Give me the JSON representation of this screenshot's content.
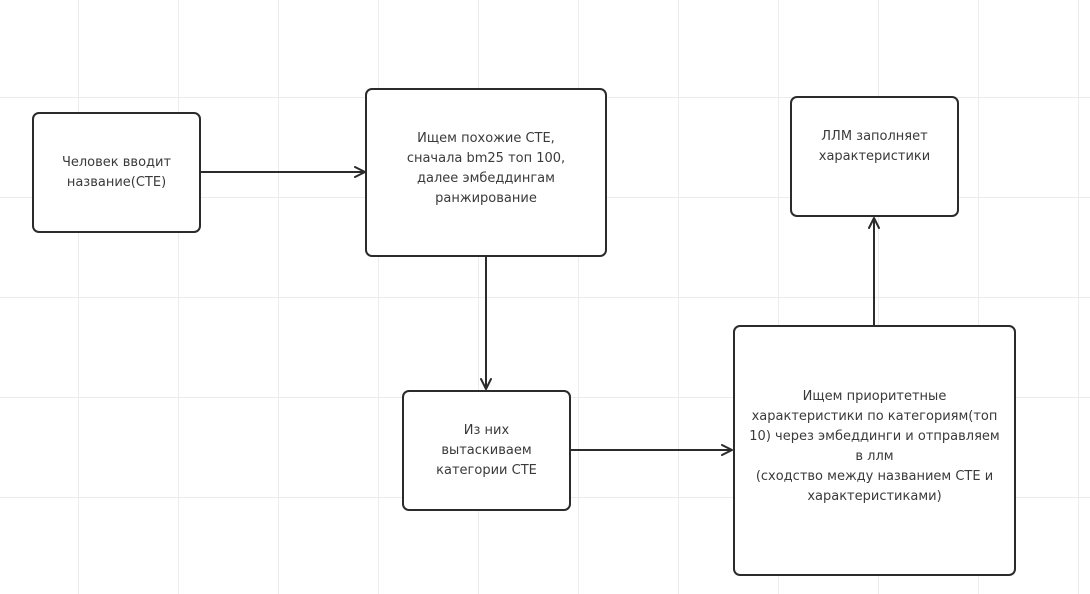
{
  "diagram": {
    "nodes": [
      {
        "id": "node-1",
        "text": "Человек вводит\nназвание(СТЕ)"
      },
      {
        "id": "node-2",
        "text": "Ищем похожие СТЕ,\nсначала bm25 топ 100,\nдалее эмбеддингам\nранжирование"
      },
      {
        "id": "node-3",
        "text": "Из них\nвытаскиваем\nкатегории СТЕ"
      },
      {
        "id": "node-4",
        "text": "Ищем  приоритетные\nхарактеристики по категориям(топ\n10) через эмбеддинги и отправляем\nв ллм\n(сходство между названием СТЕ и\nхарактеристиками)"
      },
      {
        "id": "node-5",
        "text": "ЛЛМ заполняет\nхарактеристики"
      }
    ],
    "edges": [
      {
        "from": "node-1",
        "to": "node-2"
      },
      {
        "from": "node-2",
        "to": "node-3"
      },
      {
        "from": "node-3",
        "to": "node-4"
      },
      {
        "from": "node-4",
        "to": "node-5"
      }
    ],
    "colors": {
      "stroke": "#2b2b2b",
      "text": "#3a3a3a",
      "grid": "#ececec",
      "background": "#ffffff"
    }
  }
}
